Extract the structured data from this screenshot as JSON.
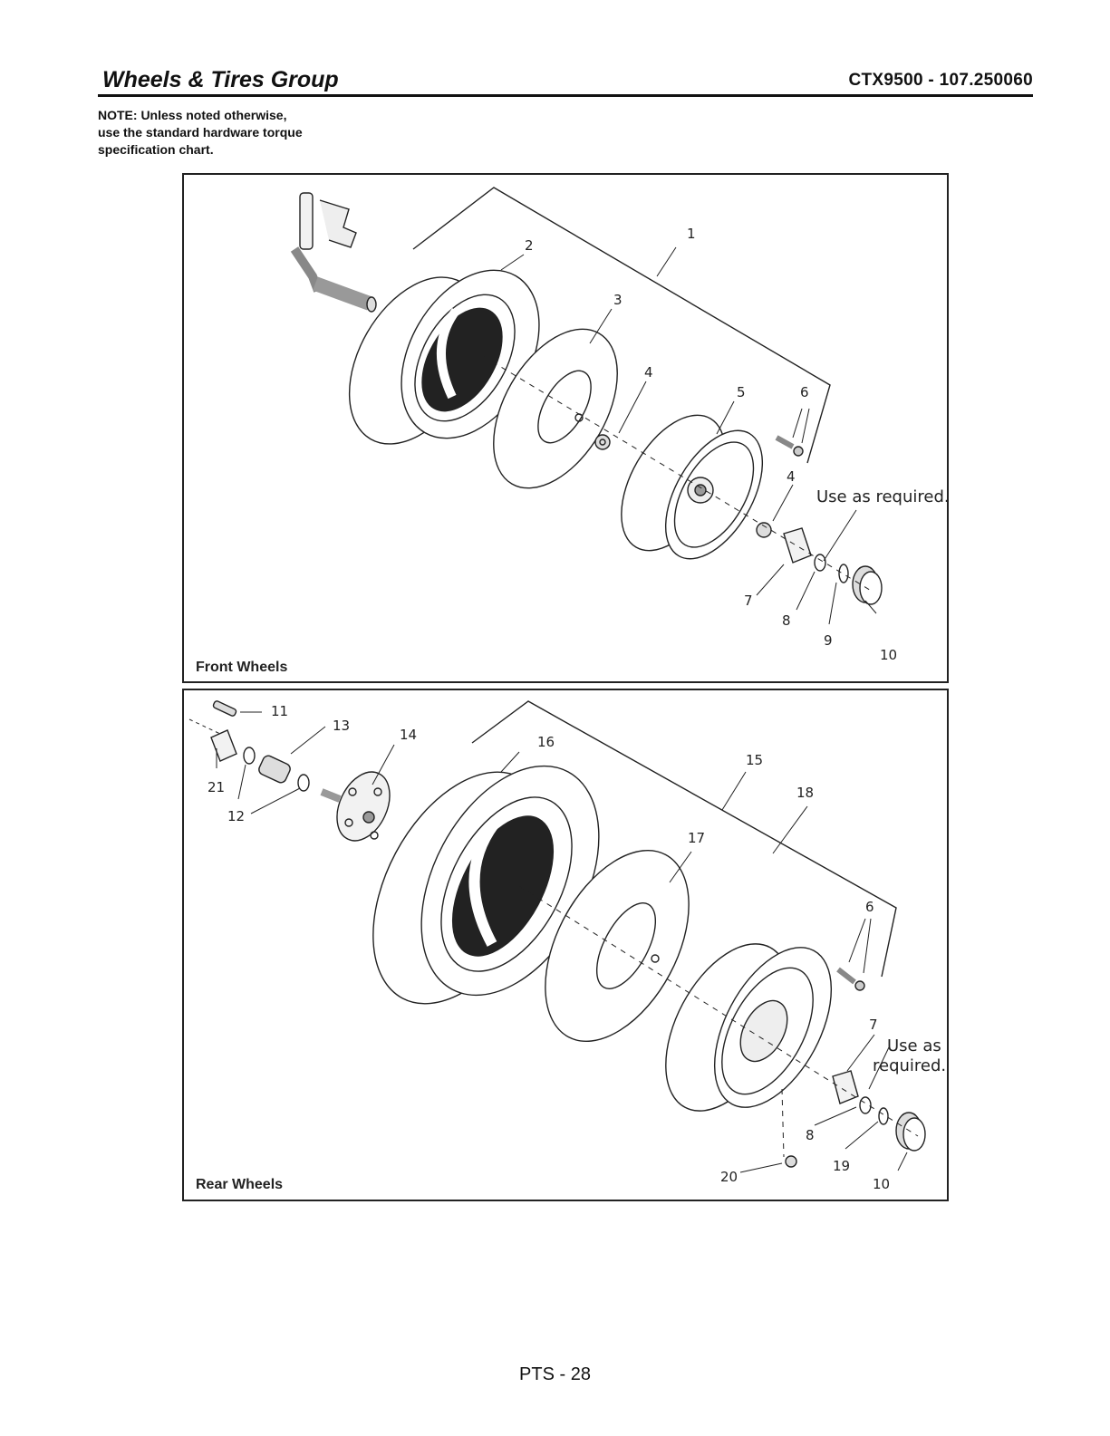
{
  "header": {
    "title": "Wheels & Tires Group",
    "model": "CTX9500 - 107.250060"
  },
  "note": {
    "lines": [
      "NOTE: Unless noted otherwise,",
      "use the standard hardware torque",
      "specification chart."
    ]
  },
  "front_panel": {
    "label": "Front Wheels",
    "callouts": [
      "1",
      "2",
      "3",
      "4",
      "5",
      "6",
      "4",
      "7",
      "8",
      "9",
      "10"
    ],
    "use_note": "Use as required."
  },
  "rear_panel": {
    "label": "Rear Wheels",
    "callouts": [
      "11",
      "13",
      "14",
      "16",
      "15",
      "21",
      "12",
      "17",
      "18",
      "6",
      "7",
      "8",
      "19",
      "20",
      "10"
    ],
    "use_note_lines": [
      "Use as",
      "required."
    ]
  },
  "footer": {
    "page": "PTS - 28"
  }
}
